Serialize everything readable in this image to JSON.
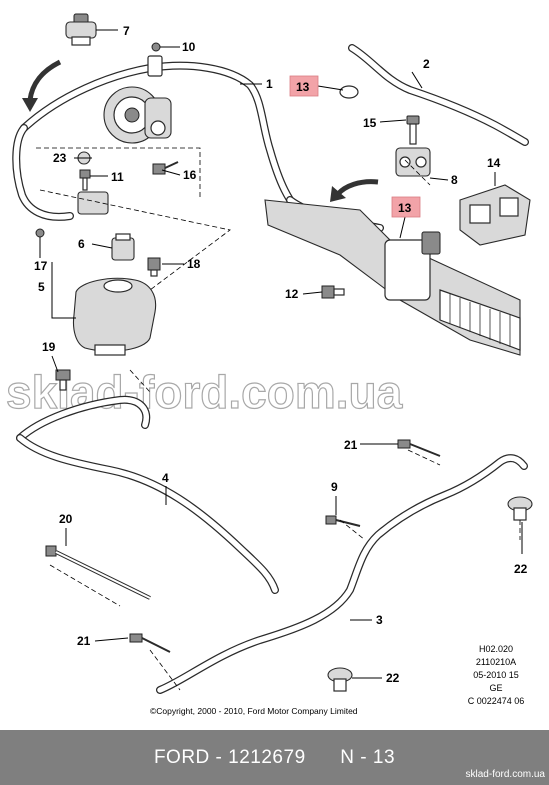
{
  "callouts": {
    "c1": "1",
    "c2": "2",
    "c3": "3",
    "c4": "4",
    "c5": "5",
    "c6": "6",
    "c7": "7",
    "c8": "8",
    "c9": "9",
    "c10": "10",
    "c11": "11",
    "c12": "12",
    "c13a": "13",
    "c13b": "13",
    "c14": "14",
    "c15": "15",
    "c16": "16",
    "c17": "17",
    "c18": "18",
    "c19": "19",
    "c20": "20",
    "c21a": "21",
    "c21b": "21",
    "c22a": "22",
    "c22b": "22",
    "c23": "23"
  },
  "highlight_color": "#f2a3a8",
  "watermark": "sklad-ford.com.ua",
  "info_block": [
    "H02.020",
    "2110210A",
    "05-2010 15",
    "GE",
    "C 0022474 06"
  ],
  "copyright": "©Copyright, 2000 - 2010, Ford Motor Company Limited",
  "footer": {
    "code": "FORD - 1212679      N - 13",
    "site": "sklad-ford.com.ua"
  }
}
